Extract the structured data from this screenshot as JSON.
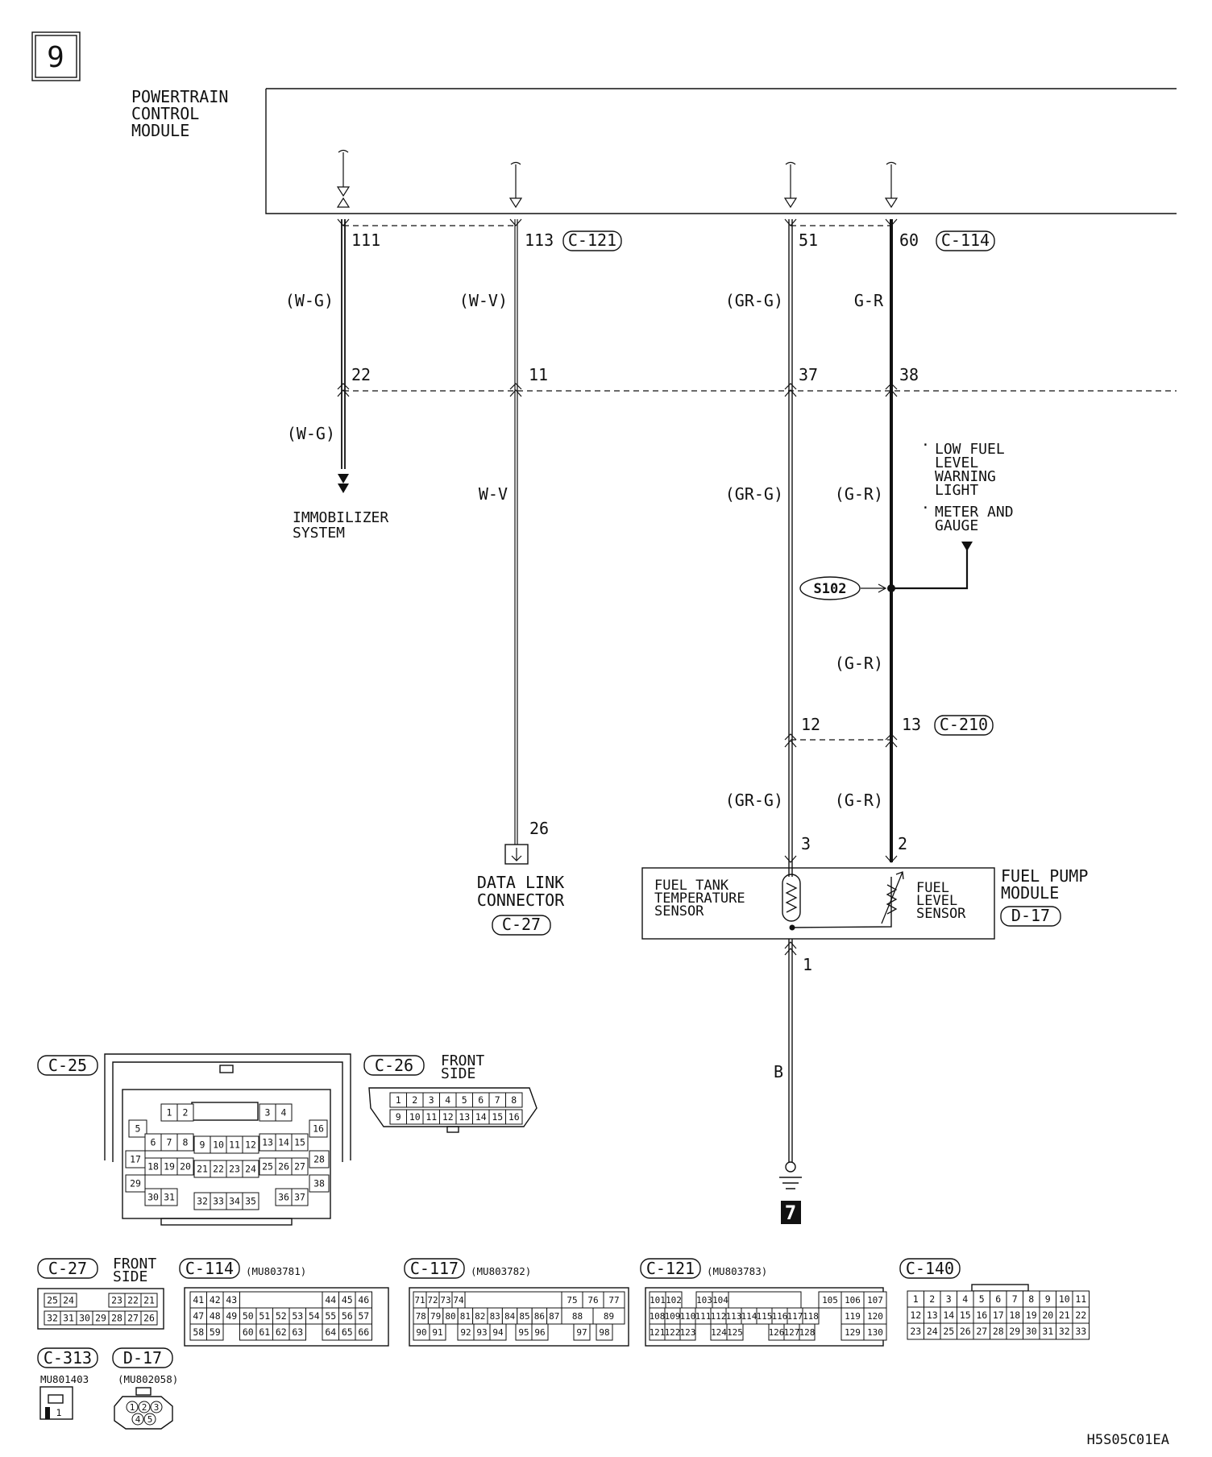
{
  "page_number": "9",
  "figure_code": "H5S05C01EA",
  "pcm": {
    "title_lines": [
      "POWERTRAIN",
      "CONTROL",
      "MODULE"
    ]
  },
  "terminals": {
    "pcm_111": "111",
    "pcm_113": "113",
    "pcm_51": "51",
    "pcm_60": "60",
    "j_22": "22",
    "j_11": "11",
    "j_37": "37",
    "j_38": "38",
    "c210_12": "12",
    "c210_13": "13",
    "dlc_26": "26",
    "fpm_3": "3",
    "fpm_2": "2",
    "fpm_1": "1"
  },
  "connector_refs": {
    "c121": "C-121",
    "c114": "C-114",
    "c210": "C-210",
    "c27": "C-27",
    "d17": "D-17"
  },
  "wire_colors": {
    "wg_top": "(W-G)",
    "wv_top": "(W-V)",
    "grg_top": "(GR-G)",
    "gr_top": "G-R",
    "wg_mid": "(W-G)",
    "wv_mid": "W-V",
    "grg_mid": "(GR-G)",
    "gr_mid": "(G-R)",
    "gr_low": "(G-R)",
    "grg_bot": "(GR-G)",
    "gr_bot": "(G-R)",
    "b": "B"
  },
  "labels": {
    "immobilizer": [
      "IMMOBILIZER",
      "SYSTEM"
    ],
    "dlc": [
      "DATA LINK",
      "CONNECTOR"
    ],
    "lowfuel": [
      "LOW FUEL",
      "LEVEL",
      "WARNING",
      "LIGHT"
    ],
    "meter": [
      "METER AND",
      "GAUGE"
    ],
    "splice": "S102",
    "fuel_pump_module": [
      "FUEL PUMP",
      "MODULE"
    ],
    "temp_sensor": [
      "FUEL TANK",
      "TEMPERATURE",
      "SENSOR"
    ],
    "level_sensor": [
      "FUEL",
      "LEVEL",
      "SENSOR"
    ],
    "ground": "7"
  },
  "connector_views": {
    "c25": {
      "label": "C-25"
    },
    "c26": {
      "label": "C-26",
      "side": [
        "FRONT",
        "SIDE"
      ],
      "rows": [
        [
          "1",
          "2",
          "3",
          "4",
          "5",
          "6",
          "7",
          "8"
        ],
        [
          "9",
          "10",
          "11",
          "12",
          "13",
          "14",
          "15",
          "16"
        ]
      ]
    },
    "c27": {
      "label": "C-27",
      "side": [
        "FRONT",
        "SIDE"
      ],
      "rows": [
        [
          "25",
          "24",
          "",
          "",
          "23",
          "22",
          "21"
        ],
        [
          "32",
          "31",
          "30",
          "29",
          "28",
          "27",
          "26"
        ]
      ]
    },
    "c114": {
      "label": "C-114",
      "part": "(MU803781)"
    },
    "c117": {
      "label": "C-117",
      "part": "(MU803782)"
    },
    "c121": {
      "label": "C-121",
      "part": "(MU803783)"
    },
    "c140": {
      "label": "C-140",
      "rows": [
        [
          "1",
          "2",
          "3",
          "4",
          "5",
          "6",
          "7",
          "8",
          "9",
          "10",
          "11"
        ],
        [
          "12",
          "13",
          "14",
          "15",
          "16",
          "17",
          "18",
          "19",
          "20",
          "21",
          "22"
        ],
        [
          "23",
          "24",
          "25",
          "26",
          "27",
          "28",
          "29",
          "30",
          "31",
          "32",
          "33"
        ]
      ]
    },
    "c313": {
      "label": "C-313",
      "part": "MU801403",
      "pin": "1"
    },
    "d17": {
      "label": "D-17",
      "part": "(MU802058)",
      "pins": [
        "1",
        "2",
        "3",
        "4",
        "5"
      ]
    }
  }
}
